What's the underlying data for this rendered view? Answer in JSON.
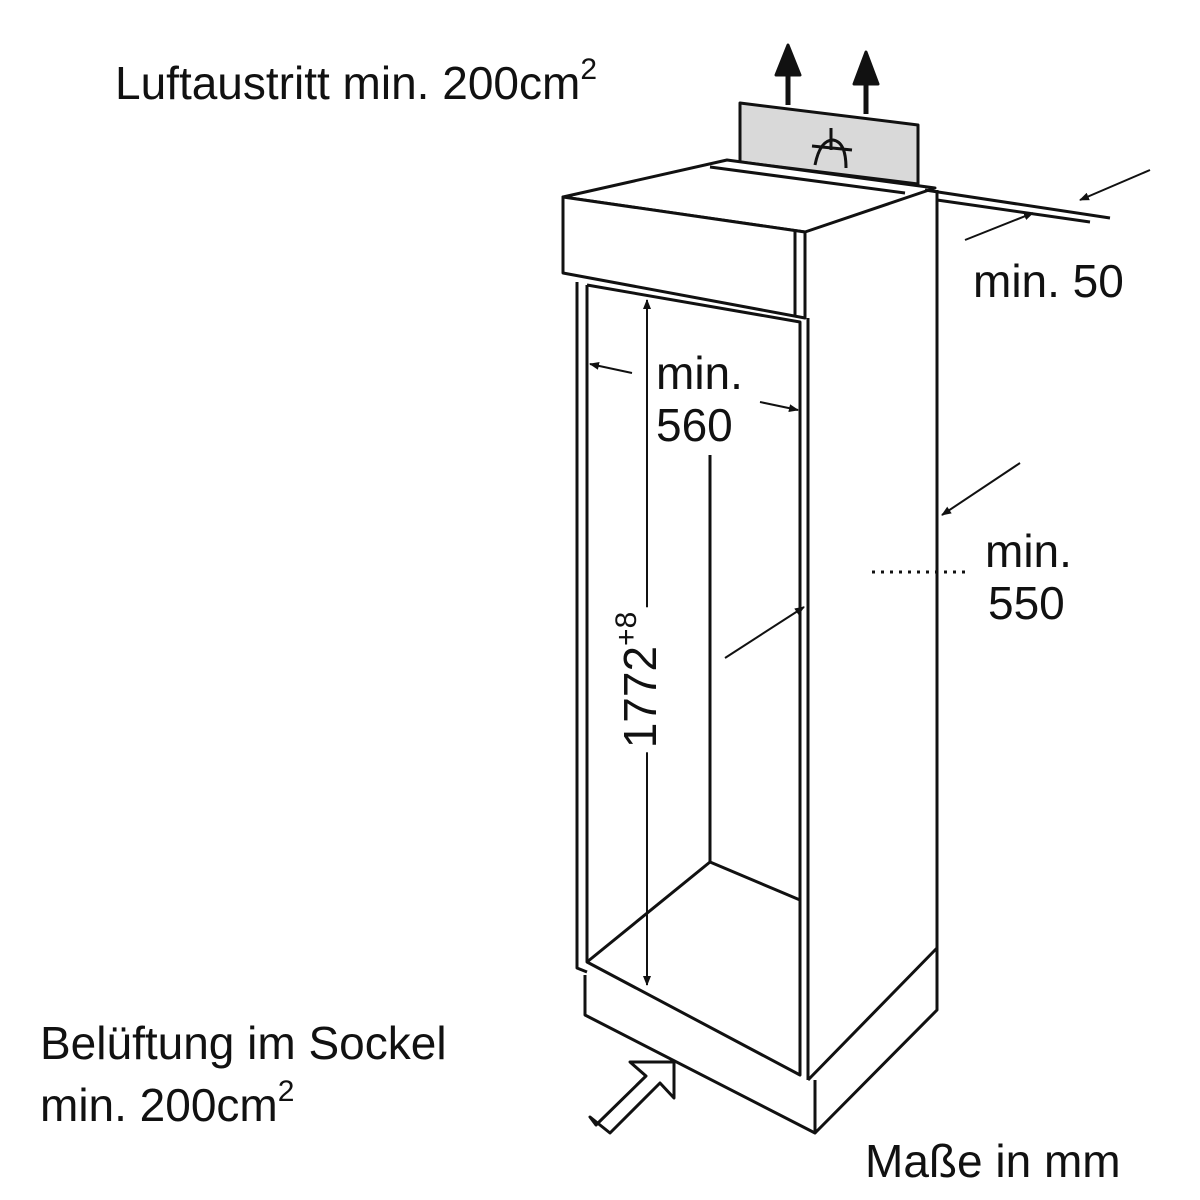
{
  "labels": {
    "air_outlet": "Luftaustritt min. 200cm",
    "air_outlet_sup": "2",
    "gap_top": "min. 50",
    "width_line1": "min.",
    "width_line2": "560",
    "depth_line1": "min.",
    "depth_line2": "550",
    "height_value": "1772",
    "height_tolerance": "+8",
    "plinth_vent_line1": "Belüftung im Sockel",
    "plinth_vent_line2": "min. 200cm",
    "plinth_vent_sup": "2",
    "units_note": "Maße in mm"
  },
  "colors": {
    "line": "#111111",
    "vent_panel": "#d9d9d9"
  }
}
